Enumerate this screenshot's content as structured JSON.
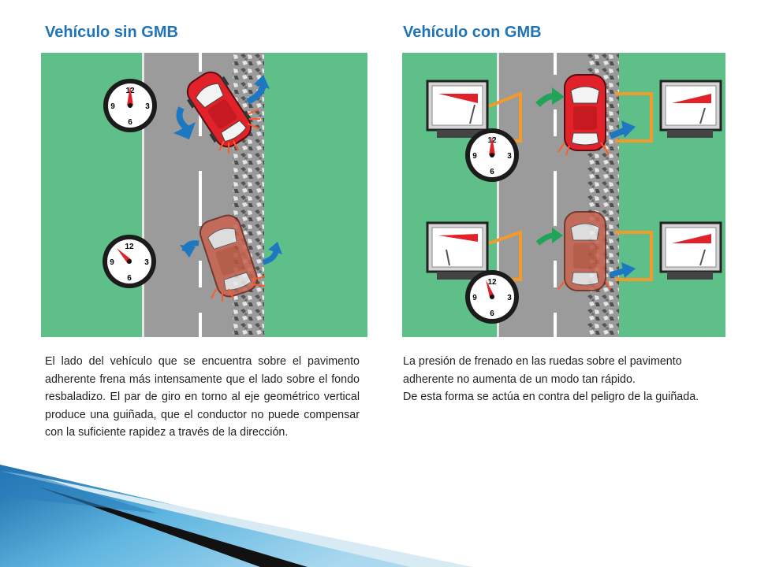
{
  "left": {
    "title": "Vehículo sin GMB",
    "caption": "El lado del vehículo que se encuentra sobre el pavimento adherente frena más intensamente que el lado sobre el fondo resbaladizo. El par de giro en torno al eje geométrico vertical produce una guiñada, que el conductor no puede compensar con la suficiente rapidez a través de la dirección."
  },
  "right": {
    "title": "Vehículo con GMB",
    "caption_lines": [
      "La presión de frenado en las ruedas sobre el pavimento adherente no aumenta de un modo tan rápido.",
      "De esta forma se actúa en contra del peligro de la guiñada."
    ]
  },
  "clock_numbers": [
    "12",
    "3",
    "6",
    "9"
  ],
  "colors": {
    "heading": "#1f74b8",
    "grass": "#5ec088",
    "road": "#9b9b9b",
    "car_red": "#e1222a",
    "car_faded": "#c9634f",
    "arrow_blue": "#1d78c1",
    "arrow_green": "#22a35a",
    "frame_orange": "#f39a2b"
  },
  "icons": [
    "clock-icon",
    "car-icon",
    "pressure-gauge-icon",
    "rotation-arrow-icon",
    "gravel-shoulder-icon"
  ]
}
